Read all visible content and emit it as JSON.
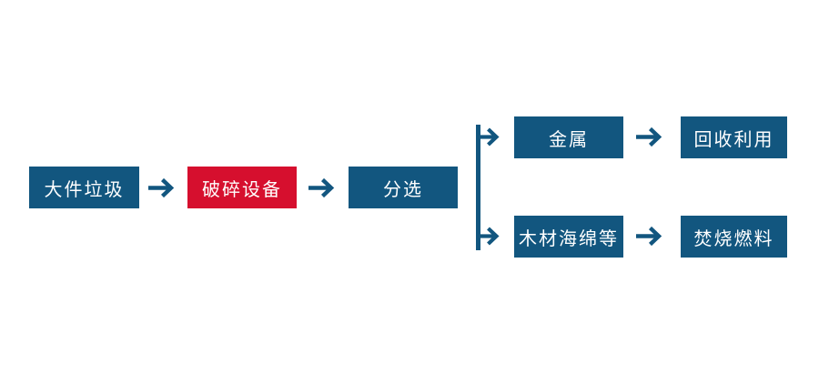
{
  "flowchart": {
    "description": "bulky-waste-processing-flow",
    "colors": {
      "node_blue": "#12567F",
      "node_red": "#D60F2E",
      "arrow_blue": "#12567F",
      "text": "#FFFFFF",
      "background": "#FFFFFF"
    },
    "nodes": {
      "bulky_waste": {
        "label": "大件垃圾"
      },
      "crushing_equipment": {
        "label": "破碎设备"
      },
      "sorting": {
        "label": "分选"
      },
      "metal": {
        "label": "金属"
      },
      "recycling": {
        "label": "回收利用"
      },
      "wood_sponge_etc": {
        "label": "木材海绵等"
      },
      "incineration_fuel": {
        "label": "焚烧燃料"
      }
    },
    "edges": [
      {
        "from": "bulky_waste",
        "to": "crushing_equipment"
      },
      {
        "from": "crushing_equipment",
        "to": "sorting"
      },
      {
        "from": "sorting",
        "to": "metal"
      },
      {
        "from": "sorting",
        "to": "wood_sponge_etc"
      },
      {
        "from": "metal",
        "to": "recycling"
      },
      {
        "from": "wood_sponge_etc",
        "to": "incineration_fuel"
      }
    ]
  }
}
